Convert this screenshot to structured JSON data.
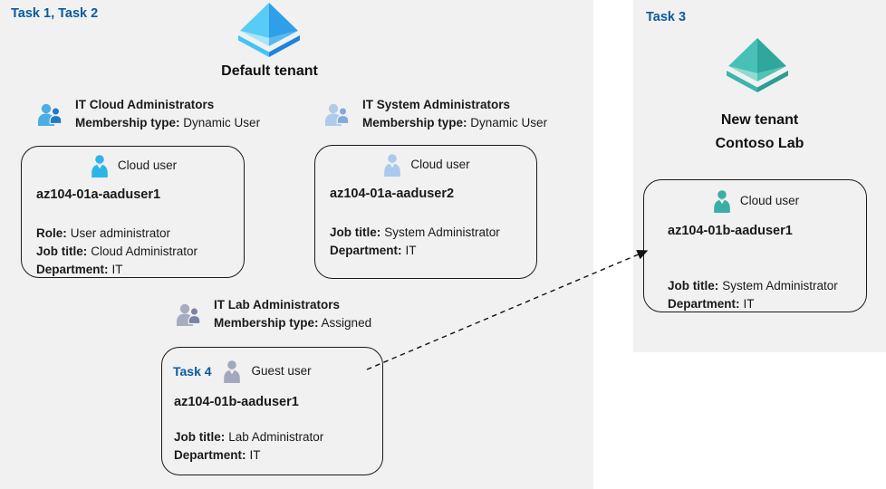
{
  "left_panel": {
    "task_label": "Task 1, Task 2",
    "tenant_name": "Default tenant"
  },
  "right_panel": {
    "task_label": "Task 3",
    "tenant_name_line1": "New tenant",
    "tenant_name_line2": "Contoso Lab"
  },
  "groups": [
    {
      "title": "IT Cloud Administrators",
      "membership_label": "Membership type:",
      "membership_value": "Dynamic User"
    },
    {
      "title": "IT System Administrators",
      "membership_label": "Membership type:",
      "membership_value": "Dynamic User"
    },
    {
      "title": "IT Lab Administrators",
      "membership_label": "Membership type:",
      "membership_value": "Assigned"
    }
  ],
  "cards": [
    {
      "user_type": "Cloud user",
      "username": "az104-01a-aaduser1",
      "fields": [
        {
          "label": "Role:",
          "value": "User administrator"
        },
        {
          "label": "Job title:",
          "value": "Cloud Administrator"
        },
        {
          "label": "Department:",
          "value": "IT"
        }
      ]
    },
    {
      "user_type": "Cloud user",
      "username": "az104-01a-aaduser2",
      "fields": [
        {
          "label": "Job title:",
          "value": "System Administrator"
        },
        {
          "label": "Department:",
          "value": "IT"
        }
      ]
    },
    {
      "task_label": "Task 4",
      "user_type": "Guest user",
      "username": "az104-01b-aaduser1",
      "fields": [
        {
          "label": "Job title:",
          "value": "Lab Administrator"
        },
        {
          "label": "Department:",
          "value": "IT"
        }
      ]
    },
    {
      "user_type": "Cloud user",
      "username": "az104-01b-aaduser1",
      "fields": [
        {
          "label": "Job title:",
          "value": "System Administrator"
        },
        {
          "label": "Department:",
          "value": "IT"
        }
      ]
    }
  ],
  "colors": {
    "panel_bg": "#f1f1f1",
    "task_blue": "#0b5a9e",
    "text": "#1a1a1a",
    "pyr_blue": {
      "ul": "#58CBF7",
      "ur": "#2F9FE9",
      "ll": "#A8E4FB",
      "lr": "#58B9F0",
      "bl": "#44C3F5",
      "br": "#1F83DB"
    },
    "pyr_teal": {
      "ul": "#47C1B6",
      "ur": "#2FA79C",
      "ll": "#8FDAD2",
      "lr": "#52C2B7",
      "bl": "#3CB5AA",
      "br": "#2B9D93"
    },
    "person": {
      "cyan": "#2EB5E8",
      "pale": "#ABC9EC",
      "gray": "#A3A8BC",
      "teal": "#3AAFA4"
    },
    "group1": {
      "front": "#4BAEE5",
      "back": "#1F78CB"
    },
    "group2": {
      "front": "#AFCBEC",
      "back": "#84A9DB"
    },
    "group3": {
      "front": "#A7ACC1",
      "back": "#7A81A1"
    }
  }
}
